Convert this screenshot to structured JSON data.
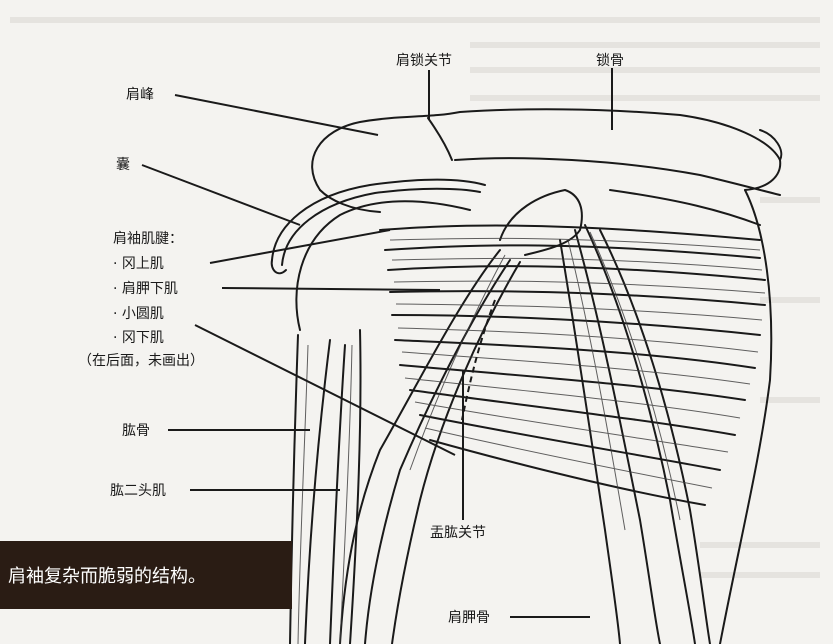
{
  "labels": {
    "acromioclavicular": "肩锁关节",
    "clavicle": "锁骨",
    "acromion": "肩峰",
    "bursa": "囊",
    "rotator_cuff": "肩袖肌腱：",
    "supraspinatus": "· 冈上肌",
    "subscapularis": "· 肩胛下肌",
    "teres_minor": "· 小圆肌",
    "infraspinatus": "· 冈下肌",
    "note": "（在后面，未画出）",
    "humerus": "肱骨",
    "biceps": "肱二头肌",
    "glenohumeral": "盂肱关节",
    "scapula": "肩胛骨"
  },
  "caption": "肩袖复杂而脆弱的结构。",
  "colors": {
    "caption_bg": "#2a1c14",
    "line": "#1a1a1a",
    "paper": "#f4f3f0"
  }
}
